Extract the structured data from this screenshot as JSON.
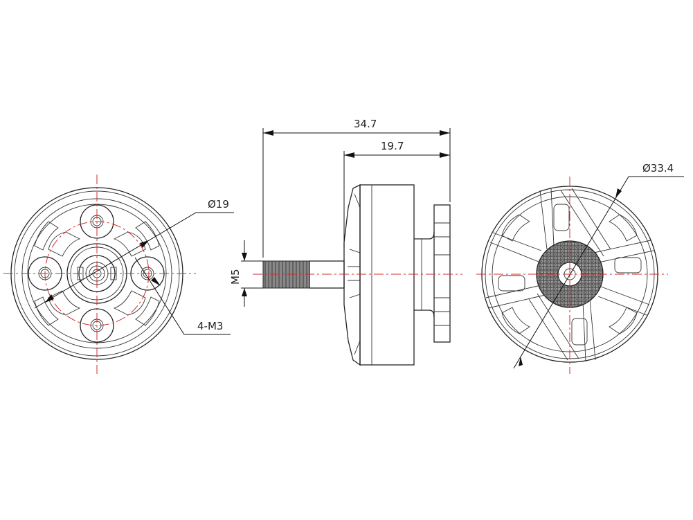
{
  "drawing": {
    "views": [
      "front-view",
      "side-view",
      "rear-view"
    ],
    "dimensions": {
      "overall_length": "34.7",
      "body_length": "19.7",
      "shaft_thread": "M5",
      "bolt_circle": "Ø19",
      "mount_holes": "4-M3",
      "outer_diameter": "Ø33.4"
    },
    "colors": {
      "outline": "#222222",
      "centerline": "#d42a2a"
    }
  }
}
